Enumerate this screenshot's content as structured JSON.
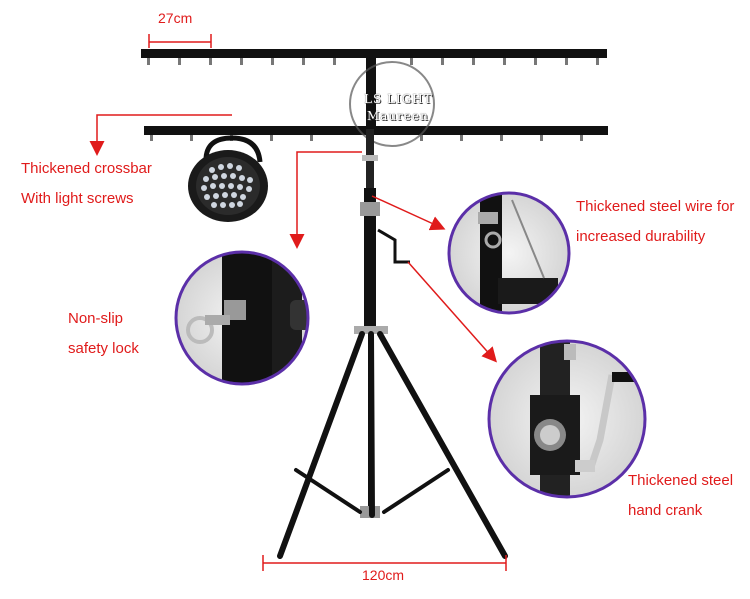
{
  "dimensions": {
    "top_spacing": "27cm",
    "base_width": "120cm"
  },
  "watermark": {
    "line1": "LS LIGHT",
    "line2": "Maureen"
  },
  "callouts": {
    "crossbar_line1": "Thickened crossbar",
    "crossbar_line2": "With light screws",
    "wire_line1": "Thickened steel wire for",
    "wire_line2": "increased durability",
    "lock_line1": "Non-slip",
    "lock_line2": "safety lock",
    "crank_line1": "Thickened steel",
    "crank_line2": "hand crank"
  },
  "colors": {
    "annotation": "#e01b1b",
    "circle_border": "#5b2fa8",
    "stand": "#111111"
  }
}
